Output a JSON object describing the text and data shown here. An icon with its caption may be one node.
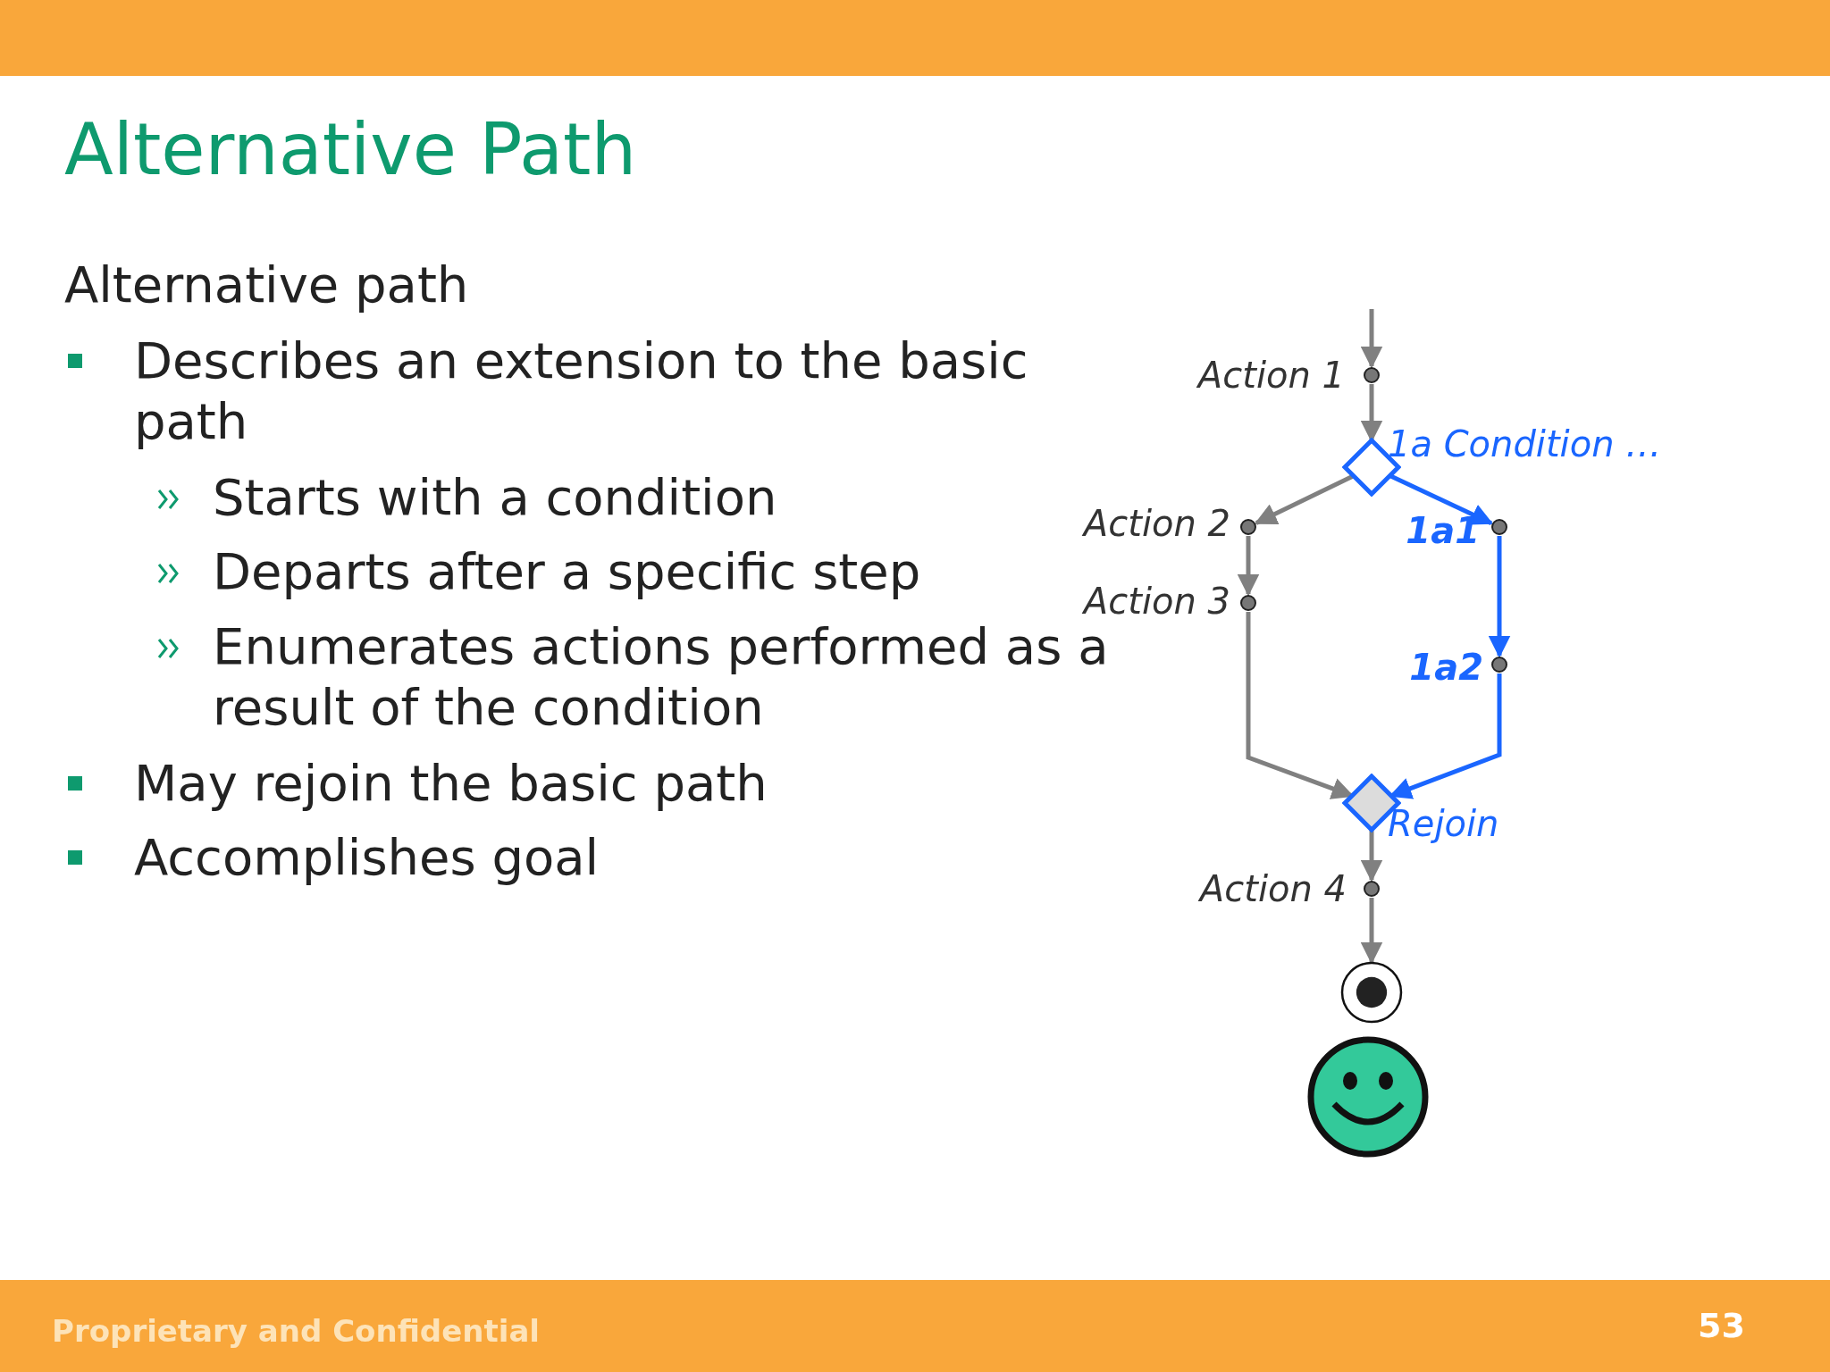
{
  "diagram": {
    "title": "Alternative Path",
    "nodes": [
      {
        "text": [],
        "shape": "circle",
        "beside": [
          "Action 1"
        ]
      },
      {
        "text": [],
        "shape": "diamond",
        "beside": [
          "1a Condition …"
        ]
      },
      {
        "text": [],
        "shape": "circle",
        "beside": [
          "Action 2"
        ]
      },
      {
        "text": [],
        "shape": "circle",
        "beside": [
          "Action 3"
        ]
      },
      {
        "text": [],
        "shape": "circle",
        "beside": [
          "1a1"
        ]
      },
      {
        "text": [],
        "shape": "circle",
        "beside": [
          "1a2"
        ]
      },
      {
        "text": [],
        "shape": "diamond",
        "beside": [
          "Rejoin"
        ]
      },
      {
        "text": [],
        "shape": "circle",
        "beside": [
          "Action 4"
        ]
      },
      {
        "text": [],
        "shape": "circle"
      }
    ],
    "edges": [
      {
        "from": null,
        "to": 0,
        "arrow": "to"
      },
      {
        "from": 0,
        "to": 1,
        "arrow": "to"
      },
      {
        "from": 1,
        "to": 2,
        "arrow": "to"
      },
      {
        "from": 2,
        "to": 3,
        "arrow": "to"
      },
      {
        "from": 3,
        "to": 6,
        "arrow": "to"
      },
      {
        "from": 1,
        "to": 4,
        "arrow": "to",
        "color": "#1a66ff"
      },
      {
        "from": 4,
        "to": 5,
        "arrow": "to",
        "color": "#1a66ff"
      },
      {
        "from": 5,
        "to": 6,
        "arrow": "to",
        "color": "#1a66ff"
      },
      {
        "from": 6,
        "to": 7,
        "arrow": "to"
      },
      {
        "from": 7,
        "to": 8,
        "arrow": "to"
      }
    ],
    "labels": [
      "Alternative path",
      "Describes an extension to the basic path",
      "Starts with a condition",
      "Departs after a specific step",
      "Enumerates actions performed as a result of the condition",
      "May rejoin the basic path",
      "Accomplishes goal",
      "Proprietary and Confidential",
      "53"
    ]
  }
}
